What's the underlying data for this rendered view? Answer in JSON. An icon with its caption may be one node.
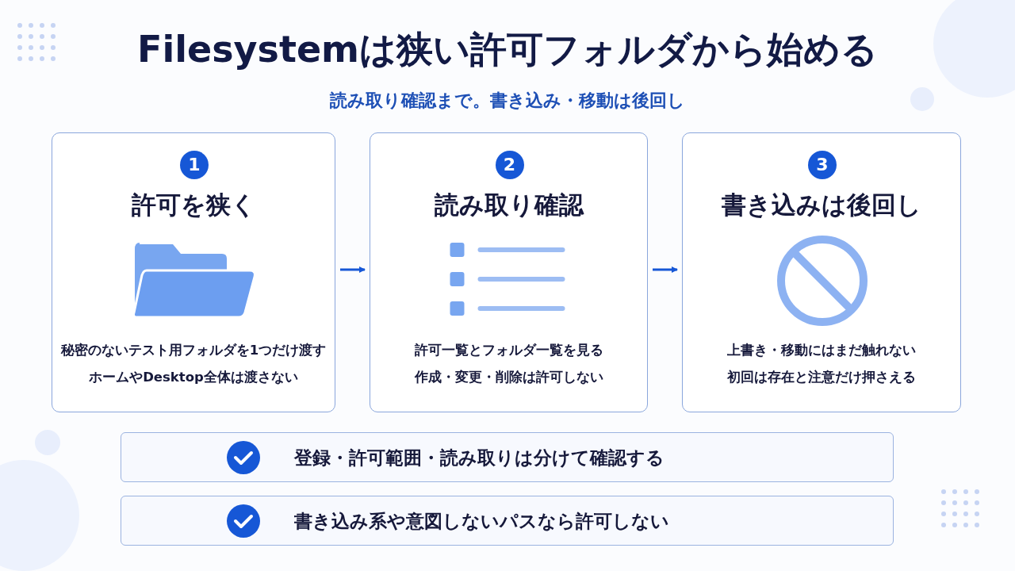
{
  "diagram": {
    "title": "Filesystemは狭い許可フォルダから始める",
    "nodes": [
      {
        "text": [
          "1",
          "許可を狭く",
          "秘密のないテスト用フォルダを1つだけ渡す",
          "ホームやDesktop全体は渡さない"
        ]
      },
      {
        "text": [
          "2",
          "読み取り確認",
          "許可一覧とフォルダ一覧を見る",
          "作成・変更・削除は許可しない"
        ]
      },
      {
        "text": [
          "3",
          "書き込みは後回し",
          "上書き・移動にはまだ触れない",
          "初回は存在と注意だけ押さえる"
        ]
      },
      {
        "text": [
          "登録・許可範囲・読み取りは分けて確認する"
        ]
      },
      {
        "text": [
          "書き込み系や意図しないパスなら許可しない"
        ]
      }
    ],
    "edges": [
      {
        "from": 0,
        "to": 1,
        "arrow": "to"
      },
      {
        "from": 1,
        "to": 2,
        "arrow": "to"
      }
    ],
    "labels": [
      "読み取り確認まで。書き込み・移動は後回し"
    ]
  }
}
